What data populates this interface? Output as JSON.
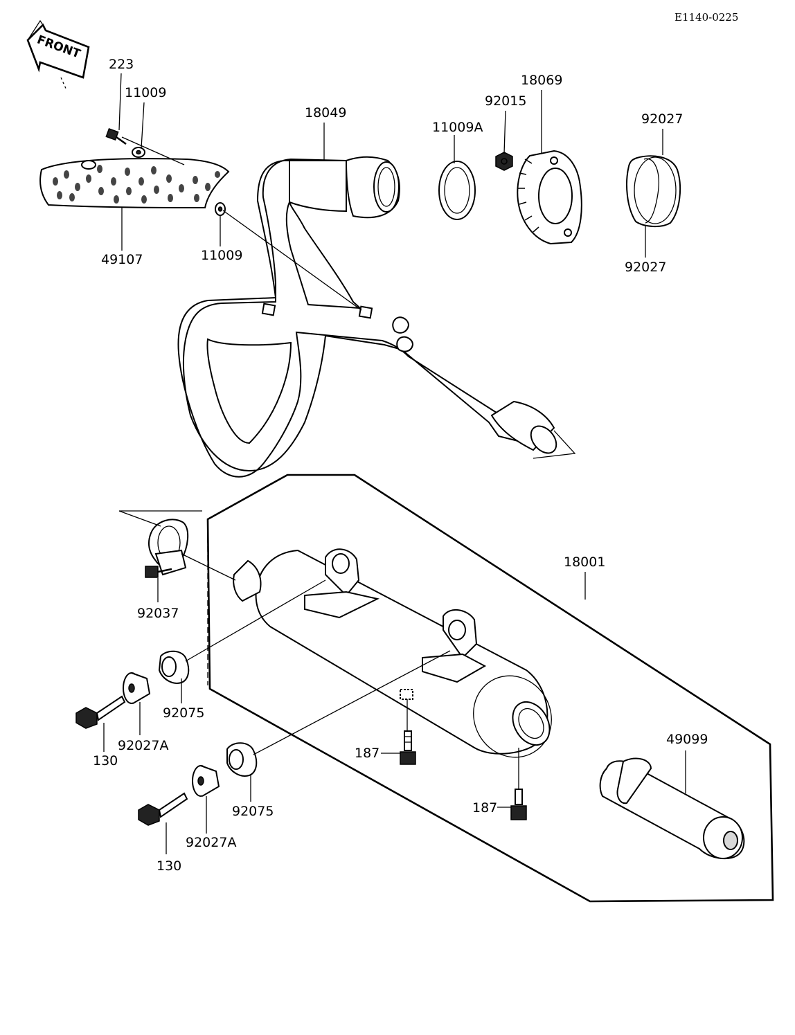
{
  "diagram_code": "E1140-0225",
  "front_label": "FRONT",
  "parts": {
    "p223": "223",
    "p11009_top": "11009",
    "p11009_bottom": "11009",
    "p49107": "49107",
    "p18049": "18049",
    "p11009A": "11009A",
    "p92015": "92015",
    "p18069": "18069",
    "p92027_top": "92027",
    "p92027_bottom": "92027",
    "p18001": "18001",
    "p92037": "92037",
    "p92075_a": "92075",
    "p92027A_a": "92027A",
    "p130_a": "130",
    "p92075_b": "92075",
    "p92027A_b": "92027A",
    "p130_b": "130",
    "p187_a": "187",
    "p187_b": "187",
    "p49099": "49099"
  }
}
